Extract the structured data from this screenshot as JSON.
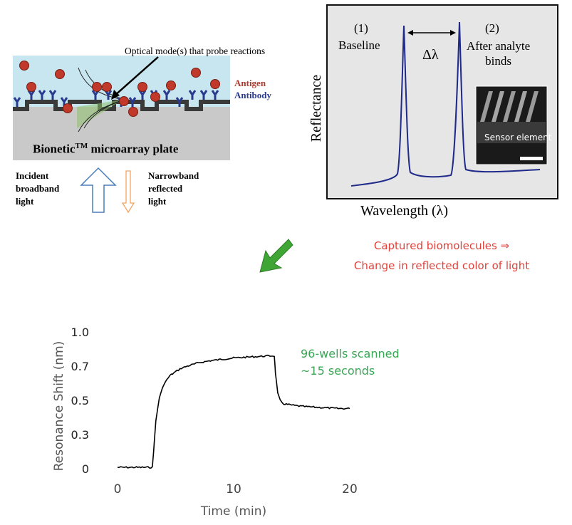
{
  "schematic": {
    "callout_label": "Optical mode(s) that probe reactions",
    "legend_antigen": "Antigen",
    "legend_antibody": "Antibody",
    "plate_label": "Bionetic",
    "plate_label_sup": "TM",
    "plate_label_rest": " microarray plate",
    "incident_label": [
      "Incident",
      "broadband",
      "light"
    ],
    "reflected_label": [
      "Narrowband",
      "reflected",
      "light"
    ],
    "colors": {
      "antigen": "#c0392b",
      "antibody": "#2a3b8f",
      "fluid": "#c8e6ef",
      "substrate": "#c9c9c9",
      "incident_arrow": "#4a7ebb",
      "reflected_arrow": "#f4a460",
      "green_pointer": "#3fa535"
    }
  },
  "spectrum": {
    "peak1_number": "(1)",
    "peak1_label": "Baseline",
    "shift_label": "Δλ",
    "peak2_number": "(2)",
    "peak2_label": [
      "After analyte",
      "binds"
    ],
    "ylabel": "Reflectance",
    "xlabel": "Wavelength (λ)",
    "inset_label": "Sensor element",
    "line_color": "#1f2a8a"
  },
  "caption": {
    "line1": "Captured biomolecules ⇒",
    "line2": "Change in reflected color of light",
    "color": "#e0413b"
  },
  "chart_data": {
    "type": "line",
    "xlabel": "Time (min)",
    "ylabel": "Resonance Shift (nm)",
    "xlim": [
      0,
      20
    ],
    "ylim": [
      0,
      1.0
    ],
    "xticks": [
      "0",
      "10",
      "20"
    ],
    "yticks": [
      "0",
      "0.3",
      "0.5",
      "0.7",
      "1.0"
    ],
    "annotation": [
      "96-wells scanned",
      "~15 seconds"
    ],
    "annotation_color": "#3aa655",
    "series": [
      {
        "color": "#000000",
        "x": [
          0,
          1,
          2,
          3,
          3.1,
          3.3,
          3.6,
          4,
          4.5,
          5,
          5.5,
          6,
          7,
          8,
          9,
          10,
          11,
          12,
          13,
          13.5,
          13.6,
          13.8,
          14,
          14.3,
          15,
          16,
          17,
          18,
          19,
          20
        ],
        "y": [
          0.01,
          0.01,
          0.01,
          0.01,
          0.12,
          0.35,
          0.52,
          0.62,
          0.68,
          0.71,
          0.735,
          0.75,
          0.775,
          0.79,
          0.8,
          0.81,
          0.815,
          0.82,
          0.825,
          0.825,
          0.7,
          0.55,
          0.5,
          0.475,
          0.465,
          0.455,
          0.45,
          0.445,
          0.44,
          0.44
        ]
      }
    ]
  }
}
